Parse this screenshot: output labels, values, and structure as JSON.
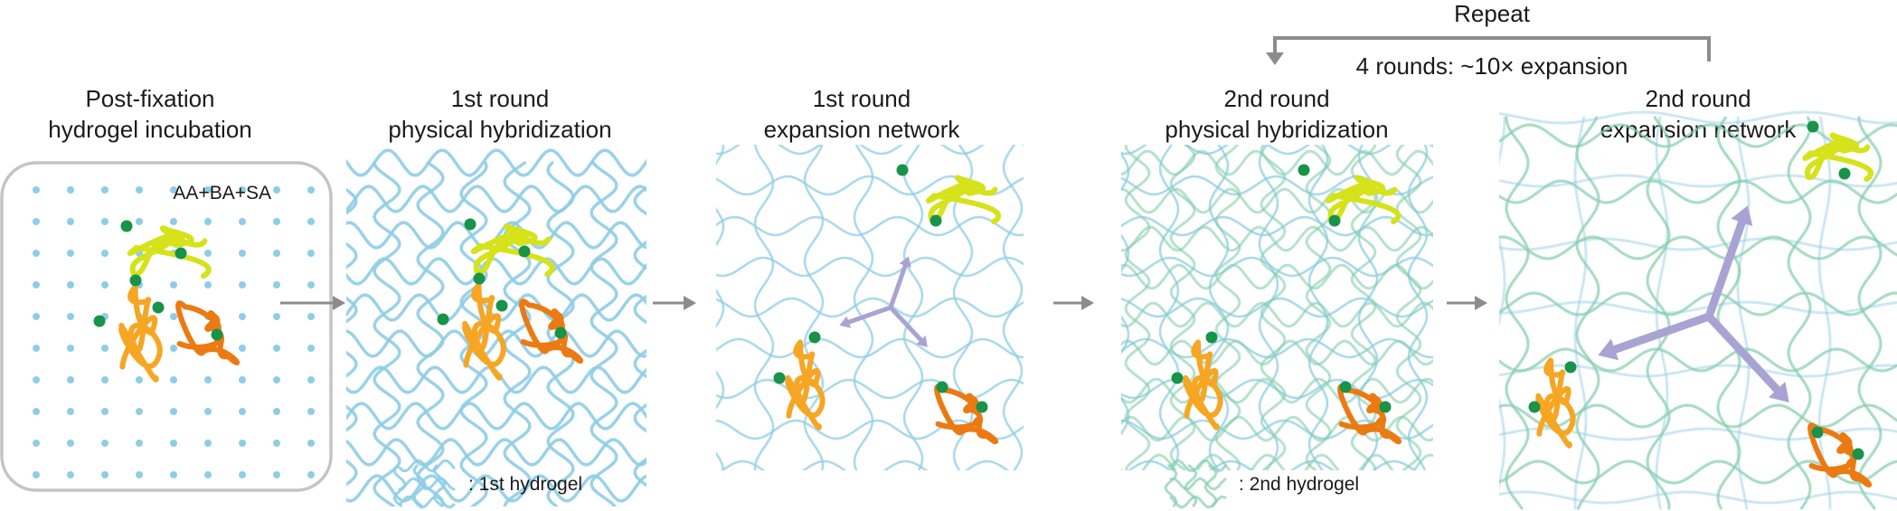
{
  "colors": {
    "hydrogel1": "#8fcde6",
    "hydrogel2": "#86cfae",
    "yellow": "#d6e21a",
    "orange_light": "#f6a623",
    "orange_dark": "#ec7a12",
    "anchor": "#17934a",
    "arrow_expand": "#a9a3d4",
    "arrow_process": "#8c8c8c",
    "frame": "#c4c4c4"
  },
  "repeat": {
    "label": "Repeat",
    "rounds": "4 rounds: ~10× expansion"
  },
  "stages": [
    {
      "line1": "Post-fixation",
      "line2": "hydrogel incubation",
      "inset": "AA+BA+SA"
    },
    {
      "line1": "1st round",
      "line2": "physical hybridization"
    },
    {
      "line1": "1st round",
      "line2": "expansion network"
    },
    {
      "line1": "2nd round",
      "line2": "physical hybridization"
    },
    {
      "line1": "2nd round",
      "line2": "expansion network"
    }
  ],
  "legend": {
    "first": ": 1st hydrogel",
    "second": ": 2nd hydrogel"
  }
}
